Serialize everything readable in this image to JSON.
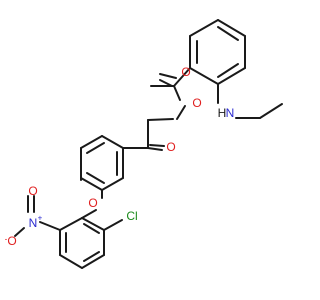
{
  "molecule": {
    "atoms": {
      "o_ketone": "O",
      "o_ester_carbonyl": "O",
      "o_ester_link": "O",
      "n_amine": "N",
      "h_amine": "H",
      "o_ether": "O",
      "n_nitro": "N",
      "n_plus": "+",
      "o_nitro_double": "O",
      "o_nitro_single": "O",
      "o_minus": "-",
      "cl": "Cl"
    }
  }
}
